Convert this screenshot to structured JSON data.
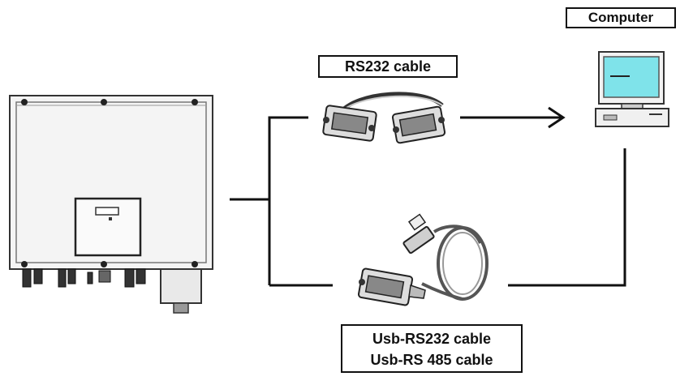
{
  "labels": {
    "computer": "Computer",
    "rs232_cable": "RS232 cable",
    "usb_cables": [
      "Usb-RS232 cable",
      "Usb-RS 485 cable"
    ]
  },
  "devices": {
    "inverter": "inverter-icon",
    "computer": "desktop-computer-icon",
    "rs232_cable": "db9-serial-cable-icon",
    "usb_cable": "usb-to-serial-cable-icon"
  },
  "colors": {
    "line": "#111111",
    "device_outline": "#333333",
    "monitor_screen": "#7fe3ea"
  }
}
